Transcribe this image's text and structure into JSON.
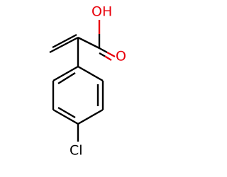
{
  "molecule": {
    "colors": {
      "bond": "#000000",
      "oxygen": "#e8000b",
      "chlorine": "#000000"
    },
    "atoms": {
      "hydroxyl_label": "OH",
      "carbonyl_label": "O",
      "chlorine_label": "Cl"
    }
  }
}
